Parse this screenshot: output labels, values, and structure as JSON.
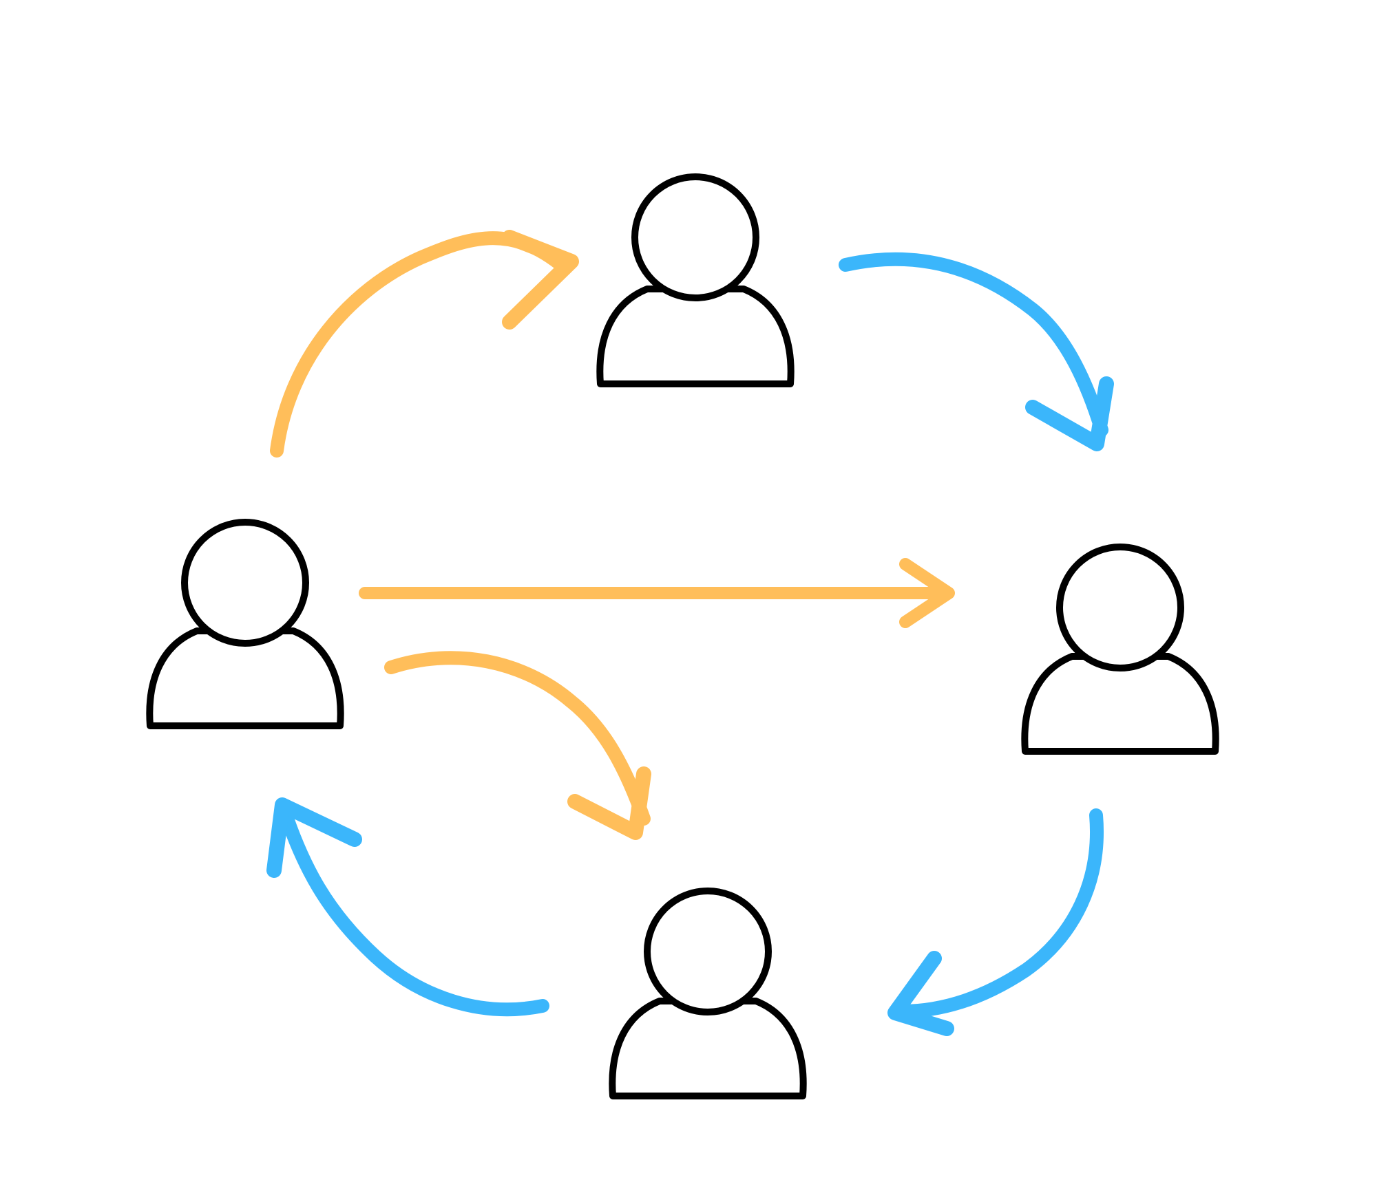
{
  "colors": {
    "background": "#ffffff",
    "person_outline": "#000000",
    "orange_arrow": "#FFBE5A",
    "blue_arrow": "#3BB6FB"
  },
  "people": [
    {
      "id": "top",
      "icon": "person-icon"
    },
    {
      "id": "left",
      "icon": "person-icon"
    },
    {
      "id": "right",
      "icon": "person-icon"
    },
    {
      "id": "bottom",
      "icon": "person-icon"
    }
  ],
  "arrows": [
    {
      "id": "left-to-top",
      "from": "left",
      "to": "top",
      "color": "orange"
    },
    {
      "id": "top-to-right",
      "from": "top",
      "to": "right",
      "color": "blue"
    },
    {
      "id": "left-to-right",
      "from": "left",
      "to": "right",
      "color": "orange"
    },
    {
      "id": "left-to-bottom",
      "from": "left",
      "to": "bottom",
      "color": "orange"
    },
    {
      "id": "right-to-bottom",
      "from": "right",
      "to": "bottom",
      "color": "blue"
    },
    {
      "id": "bottom-to-left",
      "from": "bottom",
      "to": "left",
      "color": "blue"
    }
  ]
}
